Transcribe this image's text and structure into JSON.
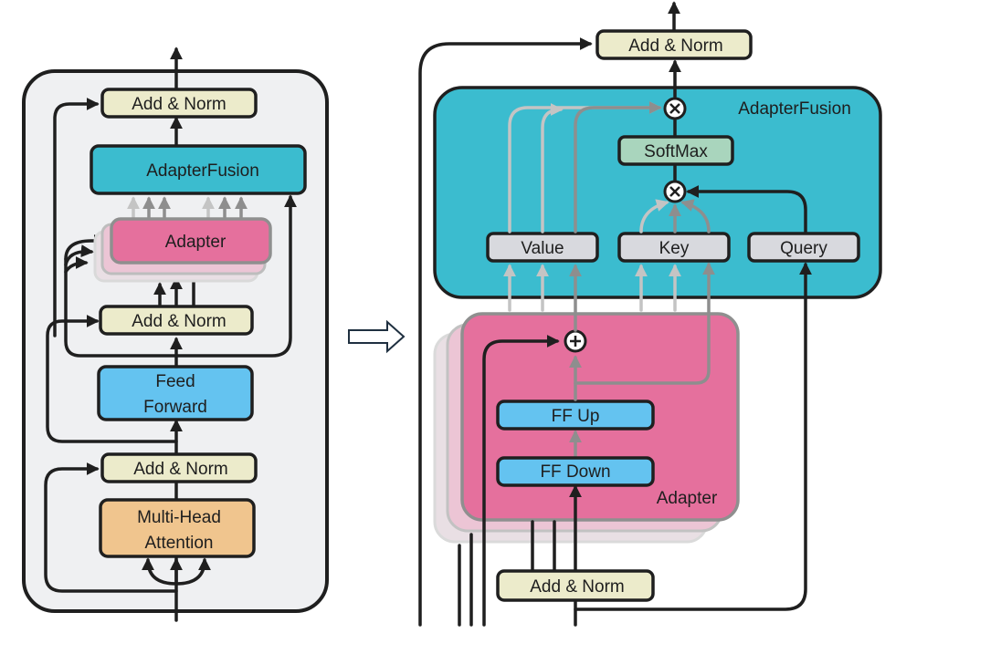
{
  "left": {
    "add_norm_top": "Add & Norm",
    "adapter_fusion": "AdapterFusion",
    "adapter": "Adapter",
    "add_norm_mid": "Add & Norm",
    "feed_forward_line1": "Feed",
    "feed_forward_line2": "Forward",
    "add_norm_bottom": "Add & Norm",
    "mha_line1": "Multi-Head",
    "mha_line2": "Attention"
  },
  "right": {
    "add_norm_top": "Add & Norm",
    "adapter_fusion": "AdapterFusion",
    "softmax": "SoftMax",
    "value": "Value",
    "key": "Key",
    "query": "Query",
    "ff_up": "FF Up",
    "ff_down": "FF Down",
    "adapter": "Adapter",
    "add_norm_bottom": "Add & Norm"
  },
  "colors": {
    "add_norm": "#ecebcb",
    "adapter_fusion": "#3bbccf",
    "adapter": "#e5709d",
    "feed_forward": "#64c3f0",
    "multi_head_attention": "#f0c58e",
    "softmax": "#a9d5bd",
    "qkv": "#d8d9de",
    "panel": "#eff0f2"
  }
}
